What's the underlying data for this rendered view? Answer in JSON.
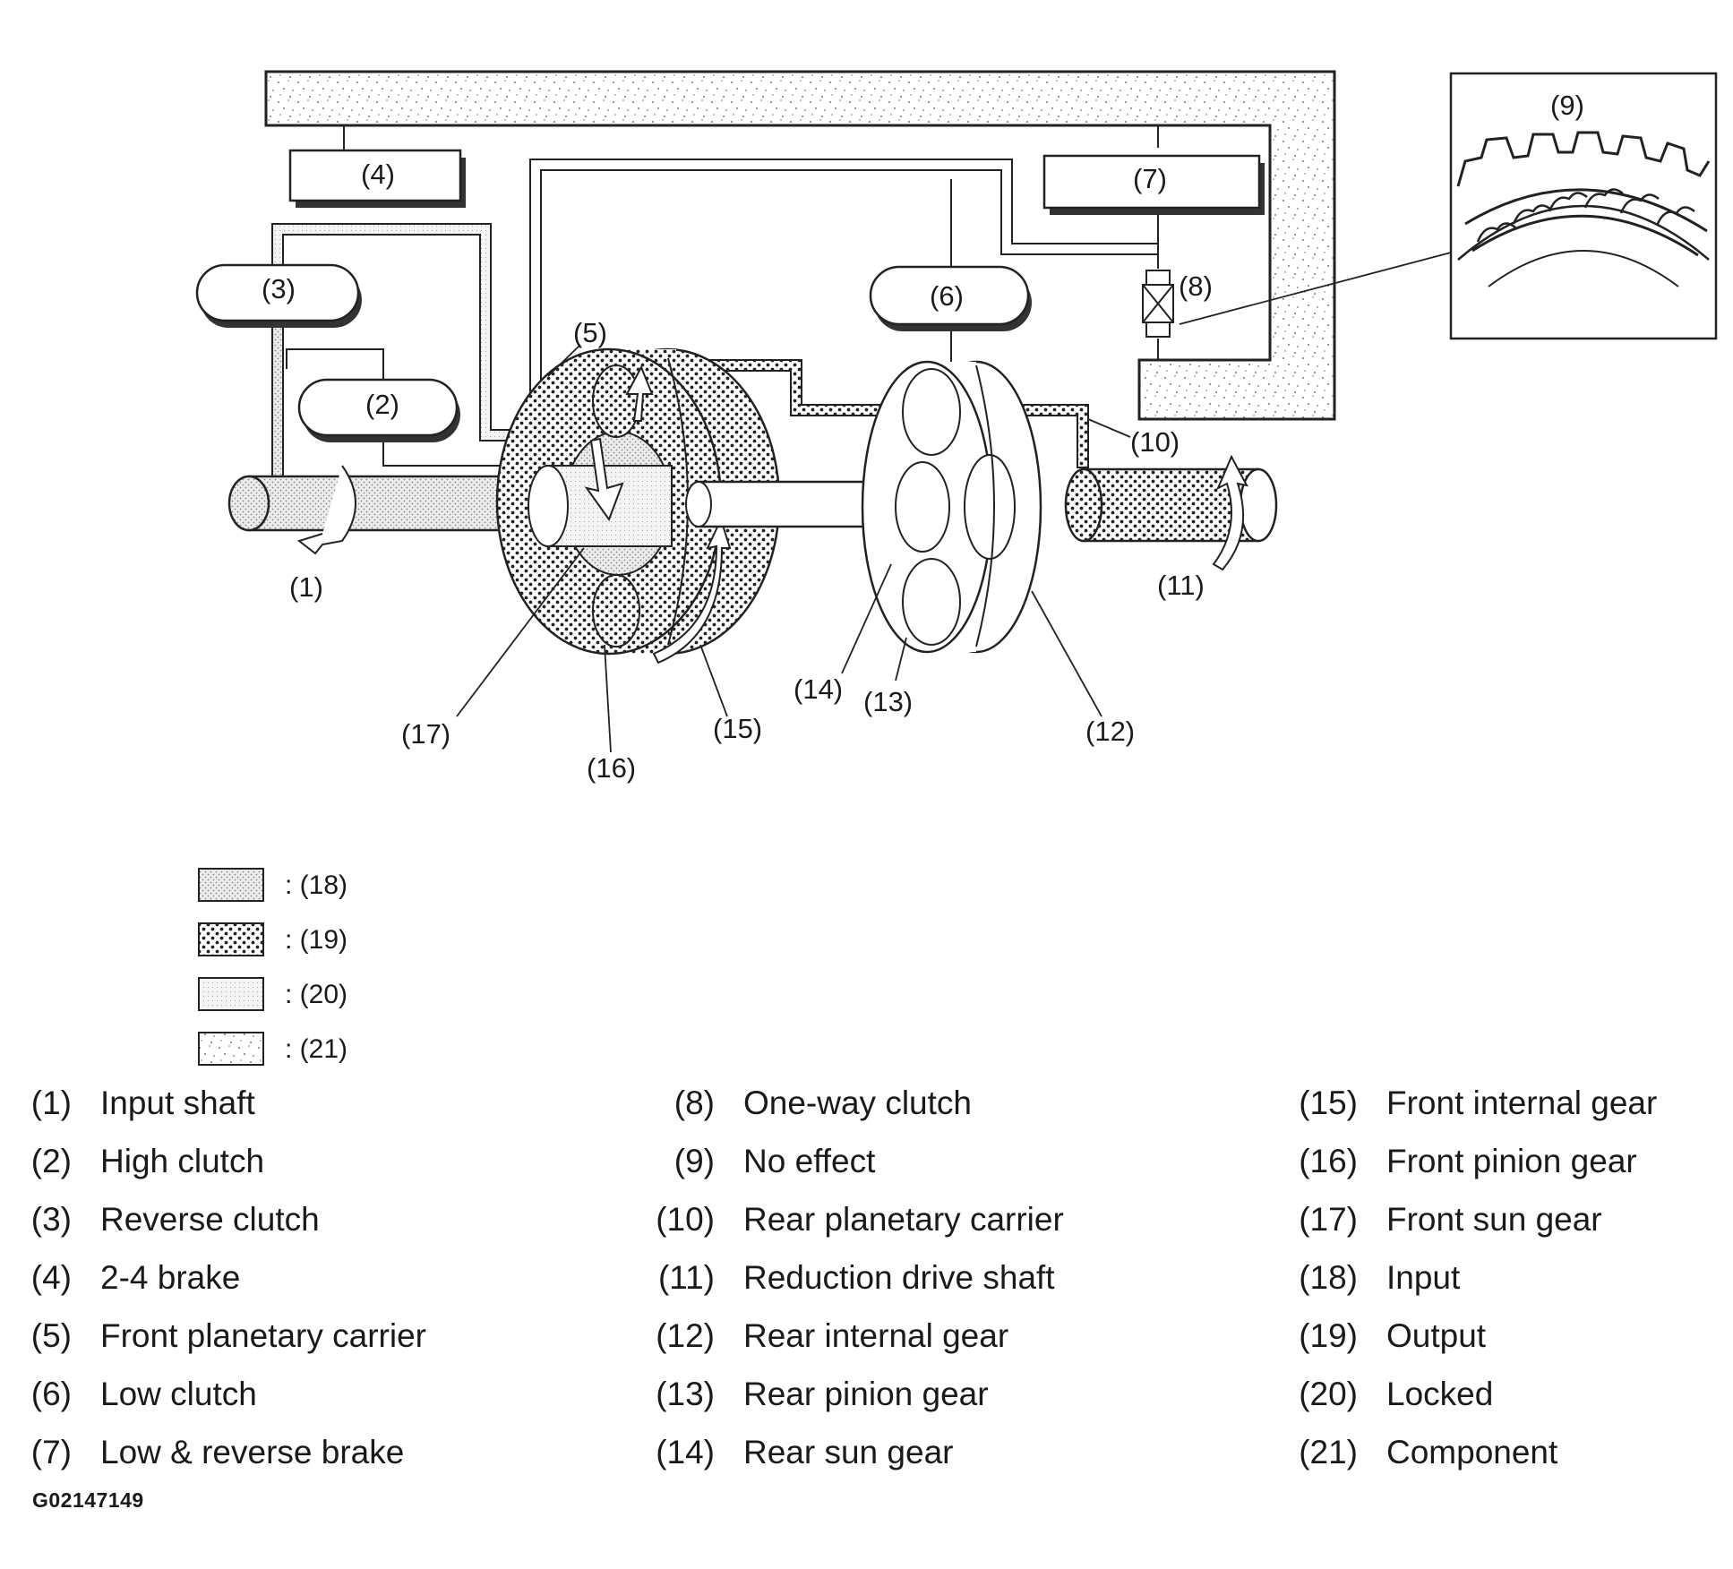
{
  "callouts": {
    "c1": "(1)",
    "c2": "(2)",
    "c3": "(3)",
    "c4": "(4)",
    "c5": "(5)",
    "c6": "(6)",
    "c7": "(7)",
    "c8": "(8)",
    "c9": "(9)",
    "c10": "(10)",
    "c11": "(11)",
    "c12": "(12)",
    "c13": "(13)",
    "c14": "(14)",
    "c15": "(15)",
    "c16": "(16)",
    "c17": "(17)"
  },
  "legend": [
    {
      "label": ": (18)",
      "pattern": "input"
    },
    {
      "label": ": (19)",
      "pattern": "output"
    },
    {
      "label": ": (20)",
      "pattern": "locked"
    },
    {
      "label": ": (21)",
      "pattern": "component"
    }
  ],
  "key": [
    [
      {
        "num": "(1)",
        "label": "Input shaft"
      },
      {
        "num": "(2)",
        "label": "High clutch"
      },
      {
        "num": "(3)",
        "label": "Reverse clutch"
      },
      {
        "num": "(4)",
        "label": "2-4 brake"
      },
      {
        "num": "(5)",
        "label": "Front planetary carrier"
      },
      {
        "num": "(6)",
        "label": "Low clutch"
      },
      {
        "num": "(7)",
        "label": "Low & reverse brake"
      }
    ],
    [
      {
        "num": "(8)",
        "label": "One-way clutch"
      },
      {
        "num": "(9)",
        "label": "No effect"
      },
      {
        "num": "(10)",
        "label": "Rear planetary carrier"
      },
      {
        "num": "(11)",
        "label": "Reduction drive shaft"
      },
      {
        "num": "(12)",
        "label": "Rear internal gear"
      },
      {
        "num": "(13)",
        "label": "Rear pinion gear"
      },
      {
        "num": "(14)",
        "label": "Rear sun gear"
      }
    ],
    [
      {
        "num": "(15)",
        "label": "Front internal gear"
      },
      {
        "num": "(16)",
        "label": "Front pinion gear"
      },
      {
        "num": "(17)",
        "label": "Front sun gear"
      },
      {
        "num": "(18)",
        "label": "Input"
      },
      {
        "num": "(19)",
        "label": "Output"
      },
      {
        "num": "(20)",
        "label": "Locked"
      },
      {
        "num": "(21)",
        "label": "Component"
      }
    ]
  ],
  "figure_code": "G02147149"
}
